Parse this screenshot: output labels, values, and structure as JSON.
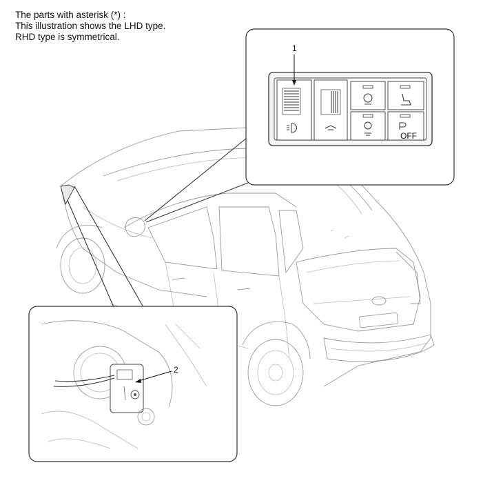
{
  "note": {
    "line1": "The parts with asterisk (*) :",
    "line2": "This illustration shows the LHD type.",
    "line3": "RHD type is symmetrical."
  },
  "callouts": {
    "c1": "1",
    "c2": "2"
  },
  "switch_labels": {
    "off": "OFF"
  }
}
